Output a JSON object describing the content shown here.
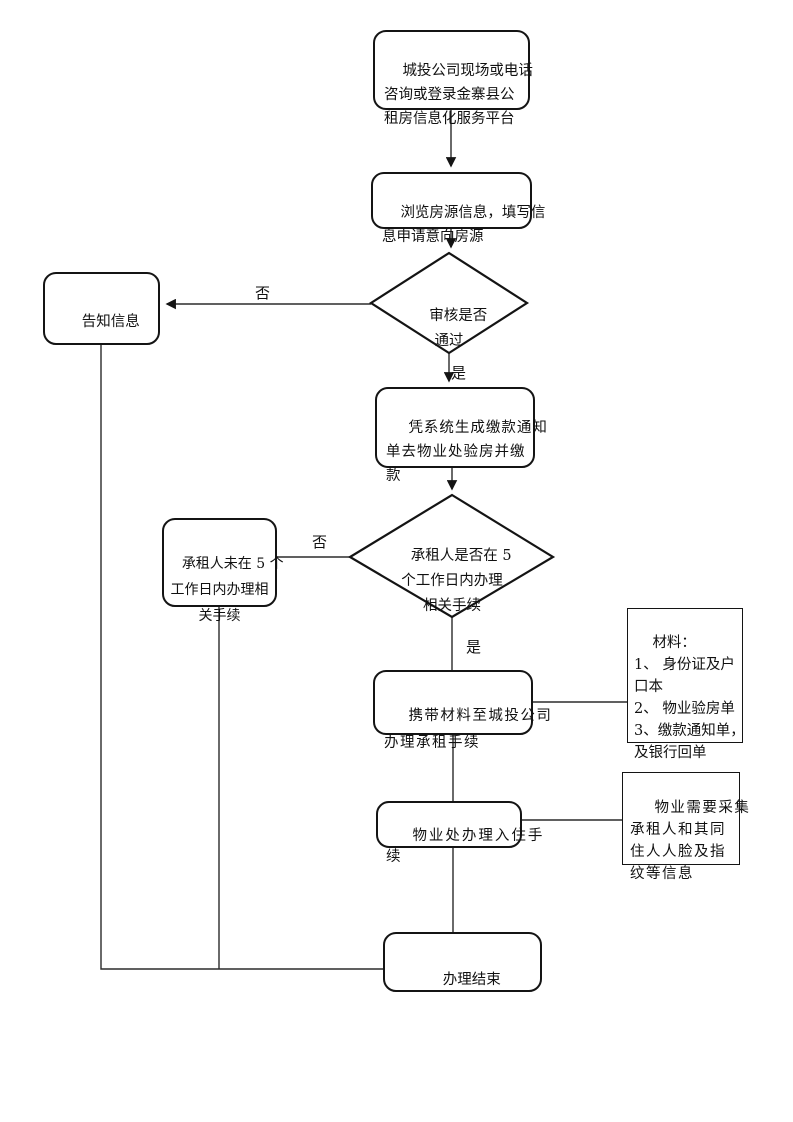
{
  "flowchart": {
    "nodes": {
      "start": "城投公司现场或电话\n咨询或登录金寨县公\n租房信息化服务平台",
      "browse": "浏览房源信息，填写信\n息申请意向房源",
      "review_decision": "审核是否\n通过",
      "inform": "告知信息",
      "payment": "凭系统生成缴款通知\n单去物业处验房并缴\n款",
      "five_day_decision": "承租人是否在 5\n个工作日内办理\n相关手续",
      "not_within_five_days": "承租人未在 5 个\n工作日内办理相\n关手续",
      "carry_materials": "携带材料至城投公司\n办理承租手续",
      "materials_note": "材料：\n1、 身份证及户\n口本\n2、 物业验房单\n3、缴款通知单，\n及银行回单",
      "checkin": "物业处办理入住手\n续",
      "collect_note": "物业需要采集\n承租人和其同\n住人人脸及指\n纹等信息",
      "end": "办理结束"
    },
    "edge_labels": {
      "review_no": "否",
      "review_yes": "是",
      "five_day_no": "否",
      "five_day_yes": "是"
    },
    "colors": {
      "stroke": "#141414",
      "background": "#ffffff"
    }
  }
}
